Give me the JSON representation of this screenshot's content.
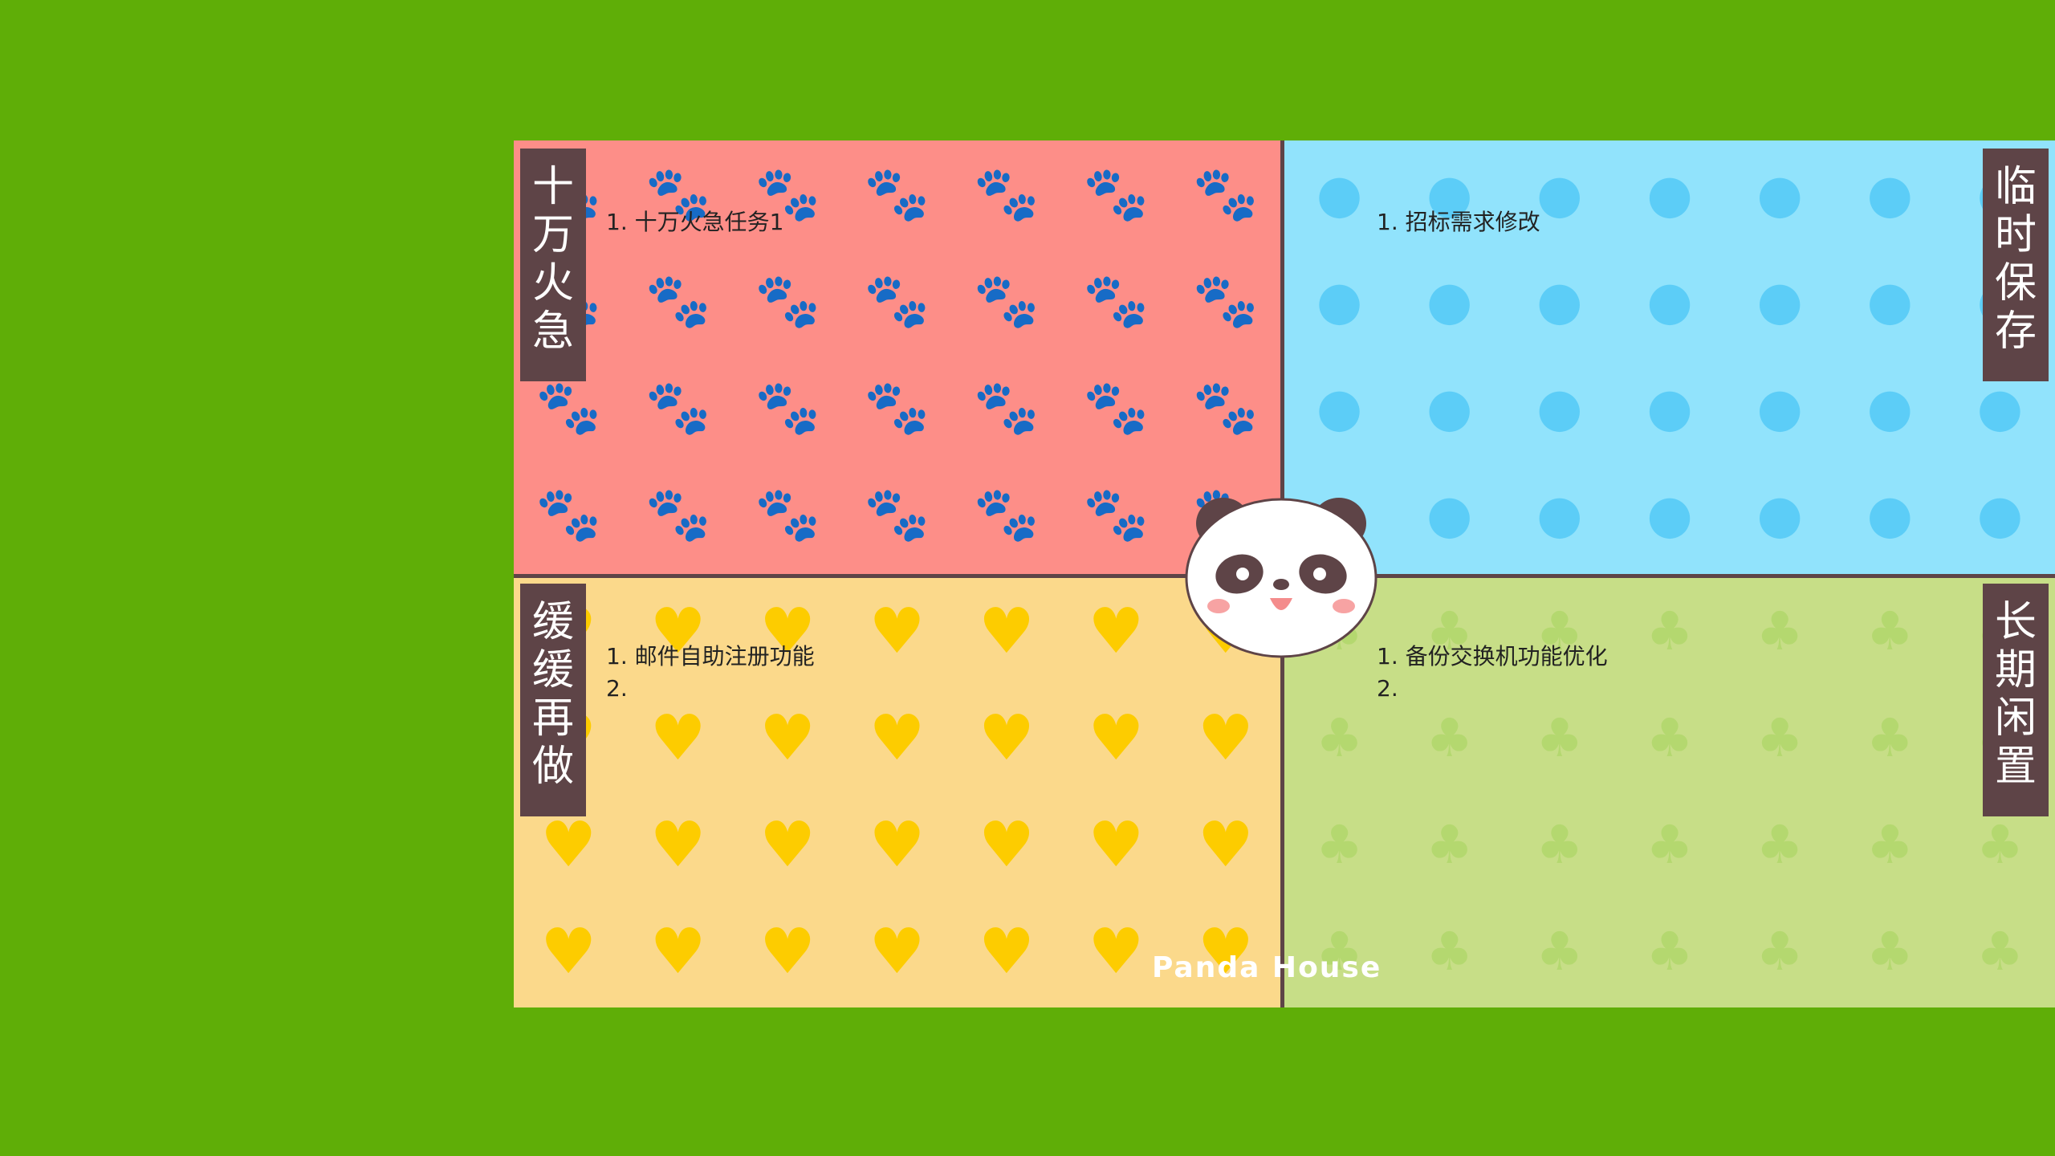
{
  "colors": {
    "background": "#5fae07",
    "urgent": "#fd8e88",
    "temporary": "#91e3fc",
    "slow": "#fbd98b",
    "idle": "#c7de87",
    "label_bg": "#5e4447"
  },
  "quadrants": {
    "urgent": {
      "label": [
        "十",
        "万",
        "火",
        "急"
      ],
      "pattern_icon": "paw-icon",
      "tasks": [
        "1. 十万火急任务1"
      ]
    },
    "temporary": {
      "label": [
        "临",
        "时",
        "保",
        "存"
      ],
      "pattern_icon": "apple-icon",
      "tasks": [
        "1. 招标需求修改"
      ]
    },
    "slow": {
      "label": [
        "缓",
        "缓",
        "再",
        "做"
      ],
      "pattern_icon": "heart-icon",
      "tasks": [
        "1. 邮件自助注册功能",
        "2."
      ]
    },
    "idle": {
      "label": [
        "长",
        "期",
        "闲",
        "置"
      ],
      "pattern_icon": "sprout-icon",
      "tasks": [
        "1.  备份交换机功能优化",
        "2."
      ]
    }
  },
  "center": {
    "mascot_icon": "panda-icon",
    "brand": "Panda  House"
  }
}
